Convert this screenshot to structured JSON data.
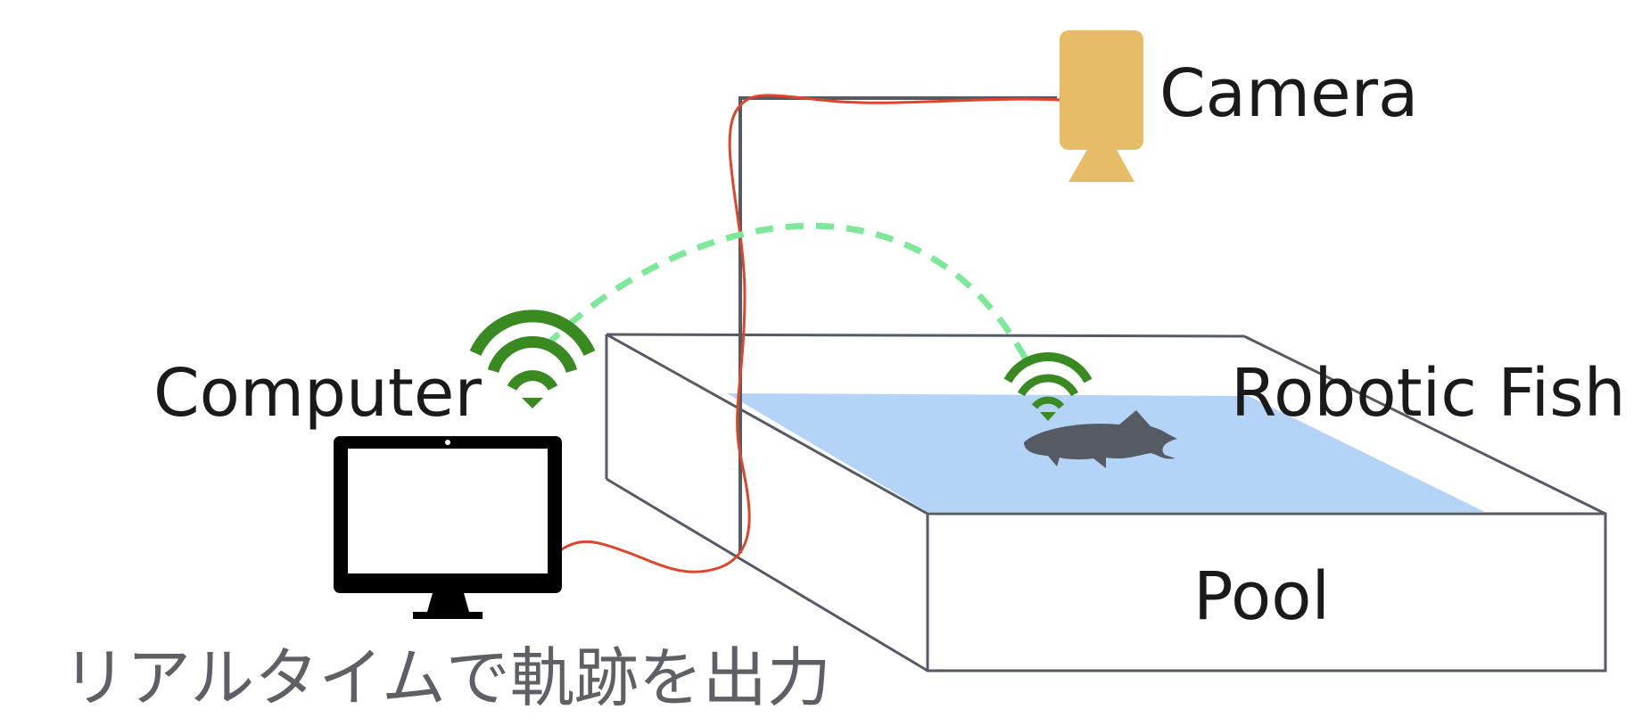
{
  "labels": {
    "camera": "Camera",
    "computer": "Computer",
    "robotic_fish": "Robotic Fish",
    "pool": "Pool",
    "caption": "リアルタイムで軌跡を出力"
  },
  "colors": {
    "camera_body": "#e6bd66",
    "cable": "#e0442a",
    "frame": "#555a63",
    "wifi_signal": "#3a8a22",
    "wireless_link": "#7ee89a",
    "water": "#b3d4f7",
    "fish": "#555a63",
    "monitor": "#000000",
    "caption_text": "#5f5f66"
  },
  "icons": {
    "camera": "camera-icon",
    "computer": "monitor-icon",
    "fish": "fish-icon",
    "wifi": "wifi-icon"
  }
}
